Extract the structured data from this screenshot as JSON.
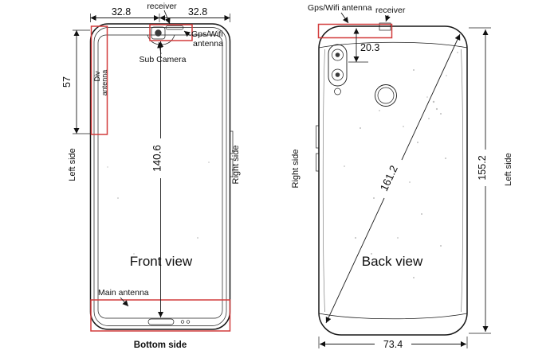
{
  "figure": {
    "front": {
      "title": "Front view",
      "labels": {
        "receiver": "receiver",
        "gps_wifi_line1": "Gps/Wifi",
        "gps_wifi_line2": "antenna",
        "sub_camera": "Sub Camera",
        "div_antenna_line1": "Div",
        "div_antenna_line2": "antenna",
        "left_side": "Left  side",
        "right_side": "Right side",
        "main_antenna": "Main antenna",
        "bottom_side": "Bottom side"
      },
      "dims": {
        "top_left": "32.8",
        "top_right": "32.8",
        "antenna_height": "57",
        "display_height": "140.6"
      }
    },
    "back": {
      "title": "Back view",
      "labels": {
        "gps_wifi": "Gps/Wifi antenna",
        "receiver": "receiver",
        "right_side": "Right side",
        "left_side": "Left  side"
      },
      "dims": {
        "top_offset": "20.3",
        "diagonal": "161.2",
        "height": "155.2",
        "width": "73.4"
      }
    },
    "colors": {
      "highlight_red": "#d23b3b",
      "line": "#1c1c1c"
    }
  }
}
